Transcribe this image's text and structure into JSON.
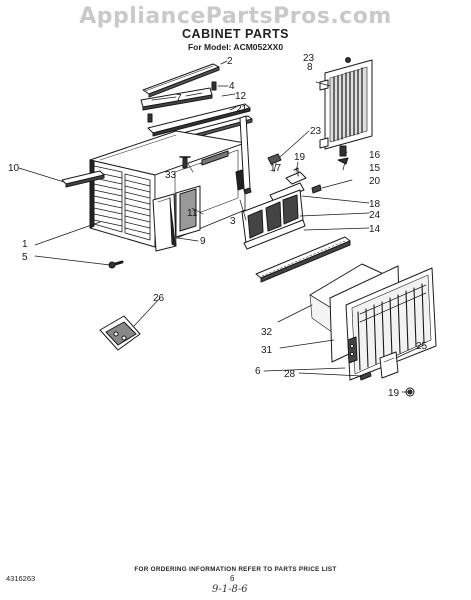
{
  "watermark": "AppliancePartsPros.com",
  "title": "CABINET PARTS",
  "subtitle": "For Model: ACM052XX0",
  "callouts": {
    "p1": "1",
    "p2": "2",
    "p3": "3",
    "p4": "4",
    "p5": "5",
    "p6": "6",
    "p7": "7",
    "p8": "8",
    "p9": "9",
    "p10": "10",
    "p11": "11",
    "p12": "12",
    "p14": "14",
    "p15": "15",
    "p16": "16",
    "p17": "17",
    "p18": "18",
    "p19a": "19",
    "p19b": "19",
    "p20": "20",
    "p21": "21",
    "p23a": "23",
    "p23b": "23",
    "p24": "24",
    "p25": "25",
    "p26": "26",
    "p28": "28",
    "p31": "31",
    "p32": "32",
    "p33": "33"
  },
  "footer": {
    "note": "FOR ORDERING INFORMATION REFER TO PARTS PRICE LIST",
    "doc_number": "4316263",
    "page_number": "6",
    "handwritten": "9-1-8-6"
  }
}
